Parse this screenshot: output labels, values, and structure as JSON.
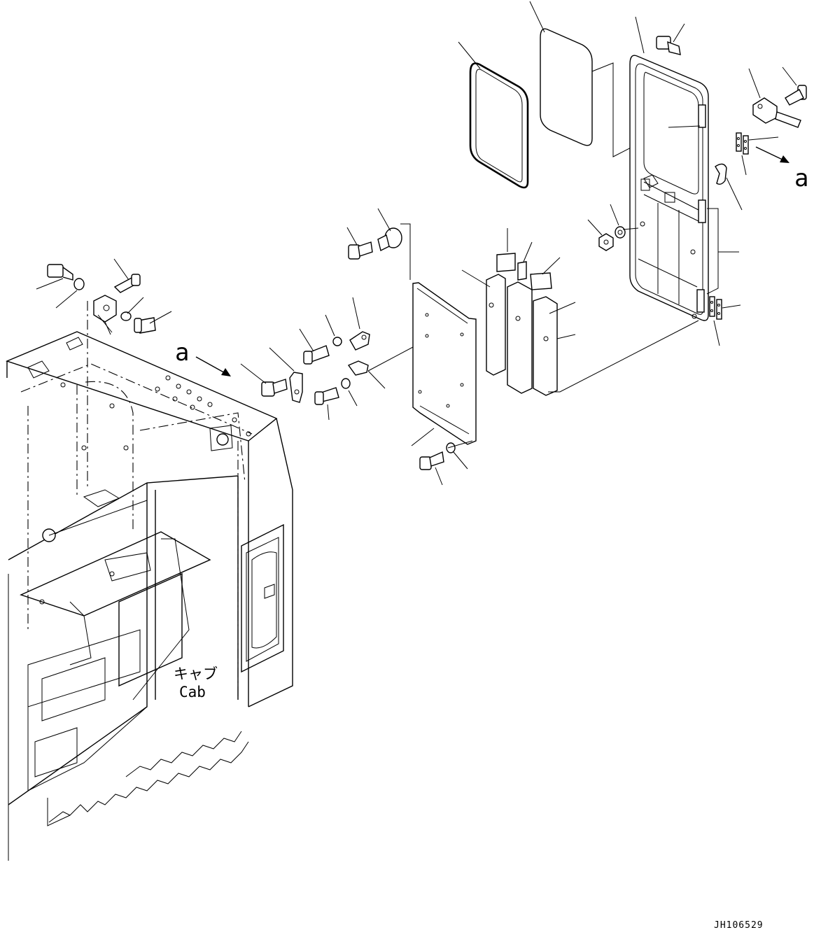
{
  "diagram": {
    "view_arrow_label": "a",
    "cab_label_jp": "キャブ",
    "cab_label_en": "Cab",
    "drawing_id": "JH106529"
  }
}
